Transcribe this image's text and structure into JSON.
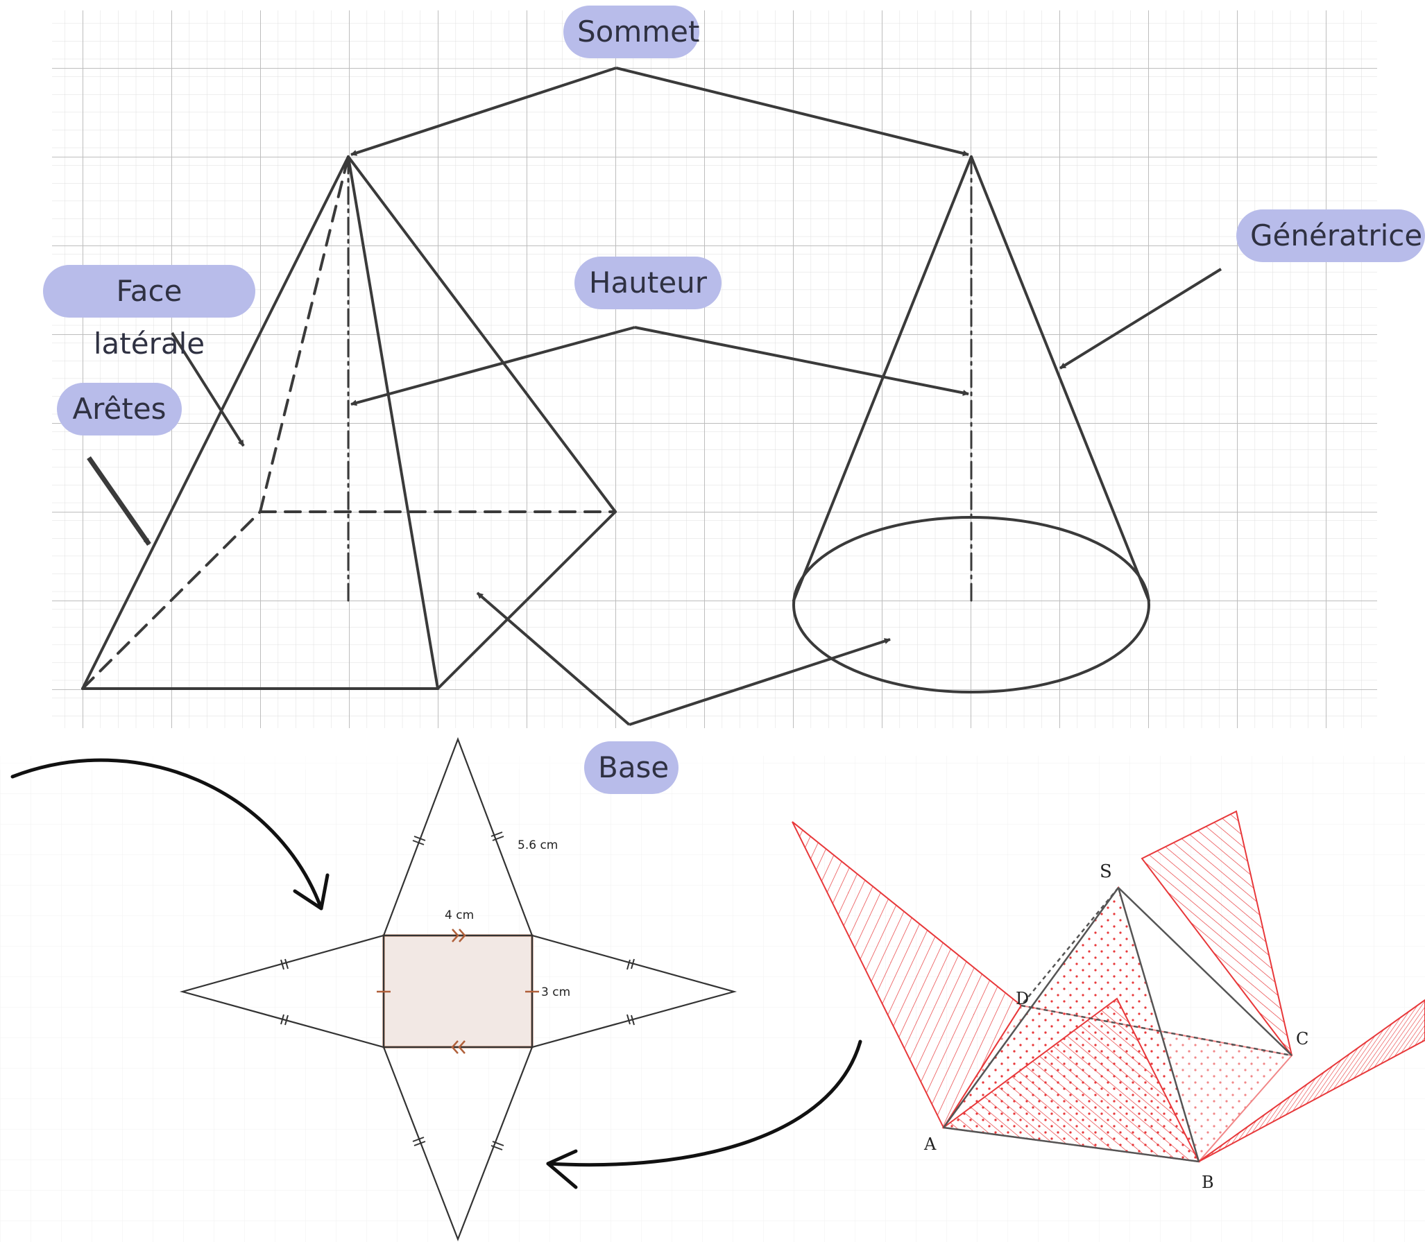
{
  "labels": {
    "sommet": "Sommet",
    "generatrice": "Génératrice",
    "face_laterale": "Face latérale",
    "hauteur": "Hauteur",
    "aretes": "Arêtes",
    "base": "Base"
  },
  "net": {
    "side_length": "5.6 cm",
    "base_width": "4 cm",
    "base_height": "3 cm"
  },
  "pyramid3d": {
    "vertex_s": "S",
    "vertex_a": "A",
    "vertex_b": "B",
    "vertex_c": "C",
    "vertex_d": "D"
  },
  "colors": {
    "label_bg": "#b8bcea",
    "line": "#3a3a3a",
    "grid": "#c8c8c8",
    "net_base_fill": "#f2e8e4",
    "net_base_stroke": "#b0603a",
    "pyramid_red": "#e8383a"
  }
}
